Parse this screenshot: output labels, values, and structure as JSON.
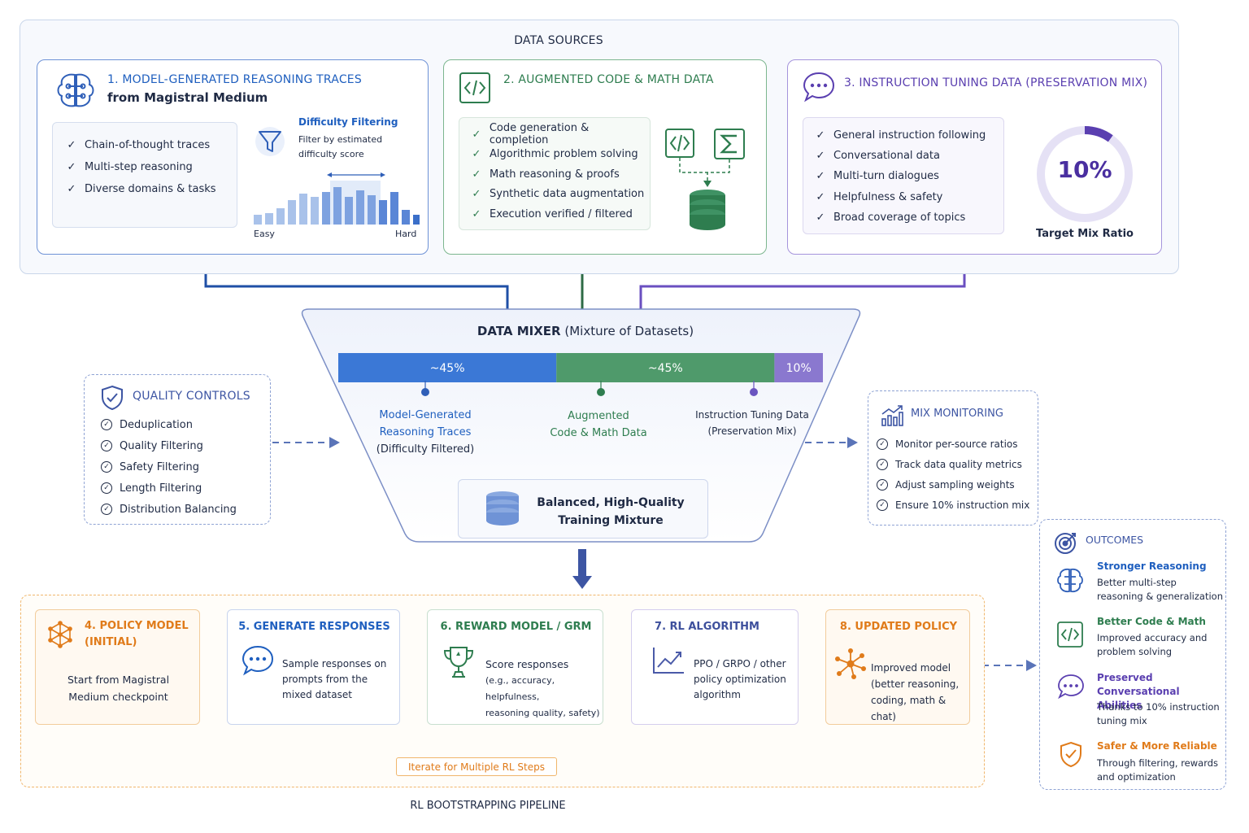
{
  "sources": {
    "title": "DATA SOURCES",
    "s1": {
      "title": "1. MODEL-GENERATED REASONING TRACES",
      "subtitle": "from Magistral Medium",
      "items": [
        "Chain-of-thought traces",
        "Multi-step reasoning",
        "Diverse domains & tasks"
      ],
      "filter_title": "Difficulty Filtering",
      "filter_desc_1": "Filter by estimated",
      "filter_desc_2": "difficulty score",
      "axis_easy": "Easy",
      "axis_hard": "Hard"
    },
    "s2": {
      "title": "2. AUGMENTED CODE & MATH DATA",
      "items": [
        "Code generation & completion",
        "Algorithmic problem solving",
        "Math reasoning & proofs",
        "Synthetic data augmentation",
        "Execution verified / filtered"
      ]
    },
    "s3": {
      "title": "3. INSTRUCTION TUNING DATA (PRESERVATION MIX)",
      "items": [
        "General instruction following",
        "Conversational data",
        "Multi-turn dialogues",
        "Helpfulness & safety",
        "Broad coverage of topics"
      ],
      "ratio": "10%",
      "ratio_value": 0.1,
      "ratio_label": "Target Mix Ratio"
    }
  },
  "mixer": {
    "title": "DATA MIXER",
    "subtitle": "(Mixture of Datasets)",
    "segments": [
      {
        "label": "~45%",
        "share": 45,
        "color": "#3b78d6",
        "name_1": "Model-Generated",
        "name_2": "Reasoning Traces",
        "name_3": "(Difficulty Filtered)"
      },
      {
        "label": "~45%",
        "share": 45,
        "color": "#4f9a6b",
        "name_1": "Augmented",
        "name_2": "Code & Math Data",
        "name_3": ""
      },
      {
        "label": "10%",
        "share": 10,
        "color": "#8a78cf",
        "name_1": "Instruction Tuning Data",
        "name_2": "(Preservation Mix)",
        "name_3": ""
      }
    ],
    "output_1": "Balanced, High-Quality",
    "output_2": "Training Mixture"
  },
  "quality": {
    "title": "QUALITY CONTROLS",
    "items": [
      "Deduplication",
      "Quality Filtering",
      "Safety Filtering",
      "Length Filtering",
      "Distribution Balancing"
    ]
  },
  "monitoring": {
    "title": "MIX MONITORING",
    "items": [
      "Monitor per-source ratios",
      "Track data quality metrics",
      "Adjust sampling weights",
      "Ensure 10% instruction mix"
    ]
  },
  "pipeline": {
    "title": "RL BOOTSTRAPPING PIPELINE",
    "loop_label": "Iterate for Multiple RL Steps",
    "steps": [
      {
        "title_1": "4. POLICY MODEL",
        "title_2": "(INITIAL)",
        "desc": [
          "Start from Magistral",
          "Medium checkpoint"
        ]
      },
      {
        "title_1": "5. GENERATE RESPONSES",
        "desc": [
          "Sample responses on",
          "prompts from the",
          "mixed dataset"
        ]
      },
      {
        "title_1": "6. REWARD MODEL / GRM",
        "desc": [
          "Score responses",
          "(e.g., accuracy, helpfulness,",
          "reasoning quality, safety)"
        ]
      },
      {
        "title_1": "7. RL ALGORITHM",
        "desc": [
          "PPO / GRPO / other",
          "policy optimization",
          "algorithm"
        ]
      },
      {
        "title_1": "8. UPDATED POLICY",
        "desc": [
          "Improved model",
          "(better reasoning,",
          "coding, math & chat)"
        ]
      }
    ]
  },
  "outcomes": {
    "title": "OUTCOMES",
    "items": [
      {
        "title": "Stronger Reasoning",
        "desc": [
          "Better multi-step",
          "reasoning & generalization"
        ]
      },
      {
        "title": "Better Code & Math",
        "desc": [
          "Improved accuracy and",
          "problem solving"
        ]
      },
      {
        "title": "Preserved Conversational",
        "title_2": "Abilities",
        "desc": [
          "Thanks to 10% instruction",
          "tuning mix"
        ]
      },
      {
        "title": "Safer & More Reliable",
        "desc": [
          "Through filtering, rewards",
          "and optimization"
        ]
      }
    ]
  },
  "colors": {
    "blue": "#1f5fbf",
    "green": "#2e7d4f",
    "purple": "#5a3fb0",
    "orange": "#e07b1a",
    "navy": "#3d55a3"
  }
}
